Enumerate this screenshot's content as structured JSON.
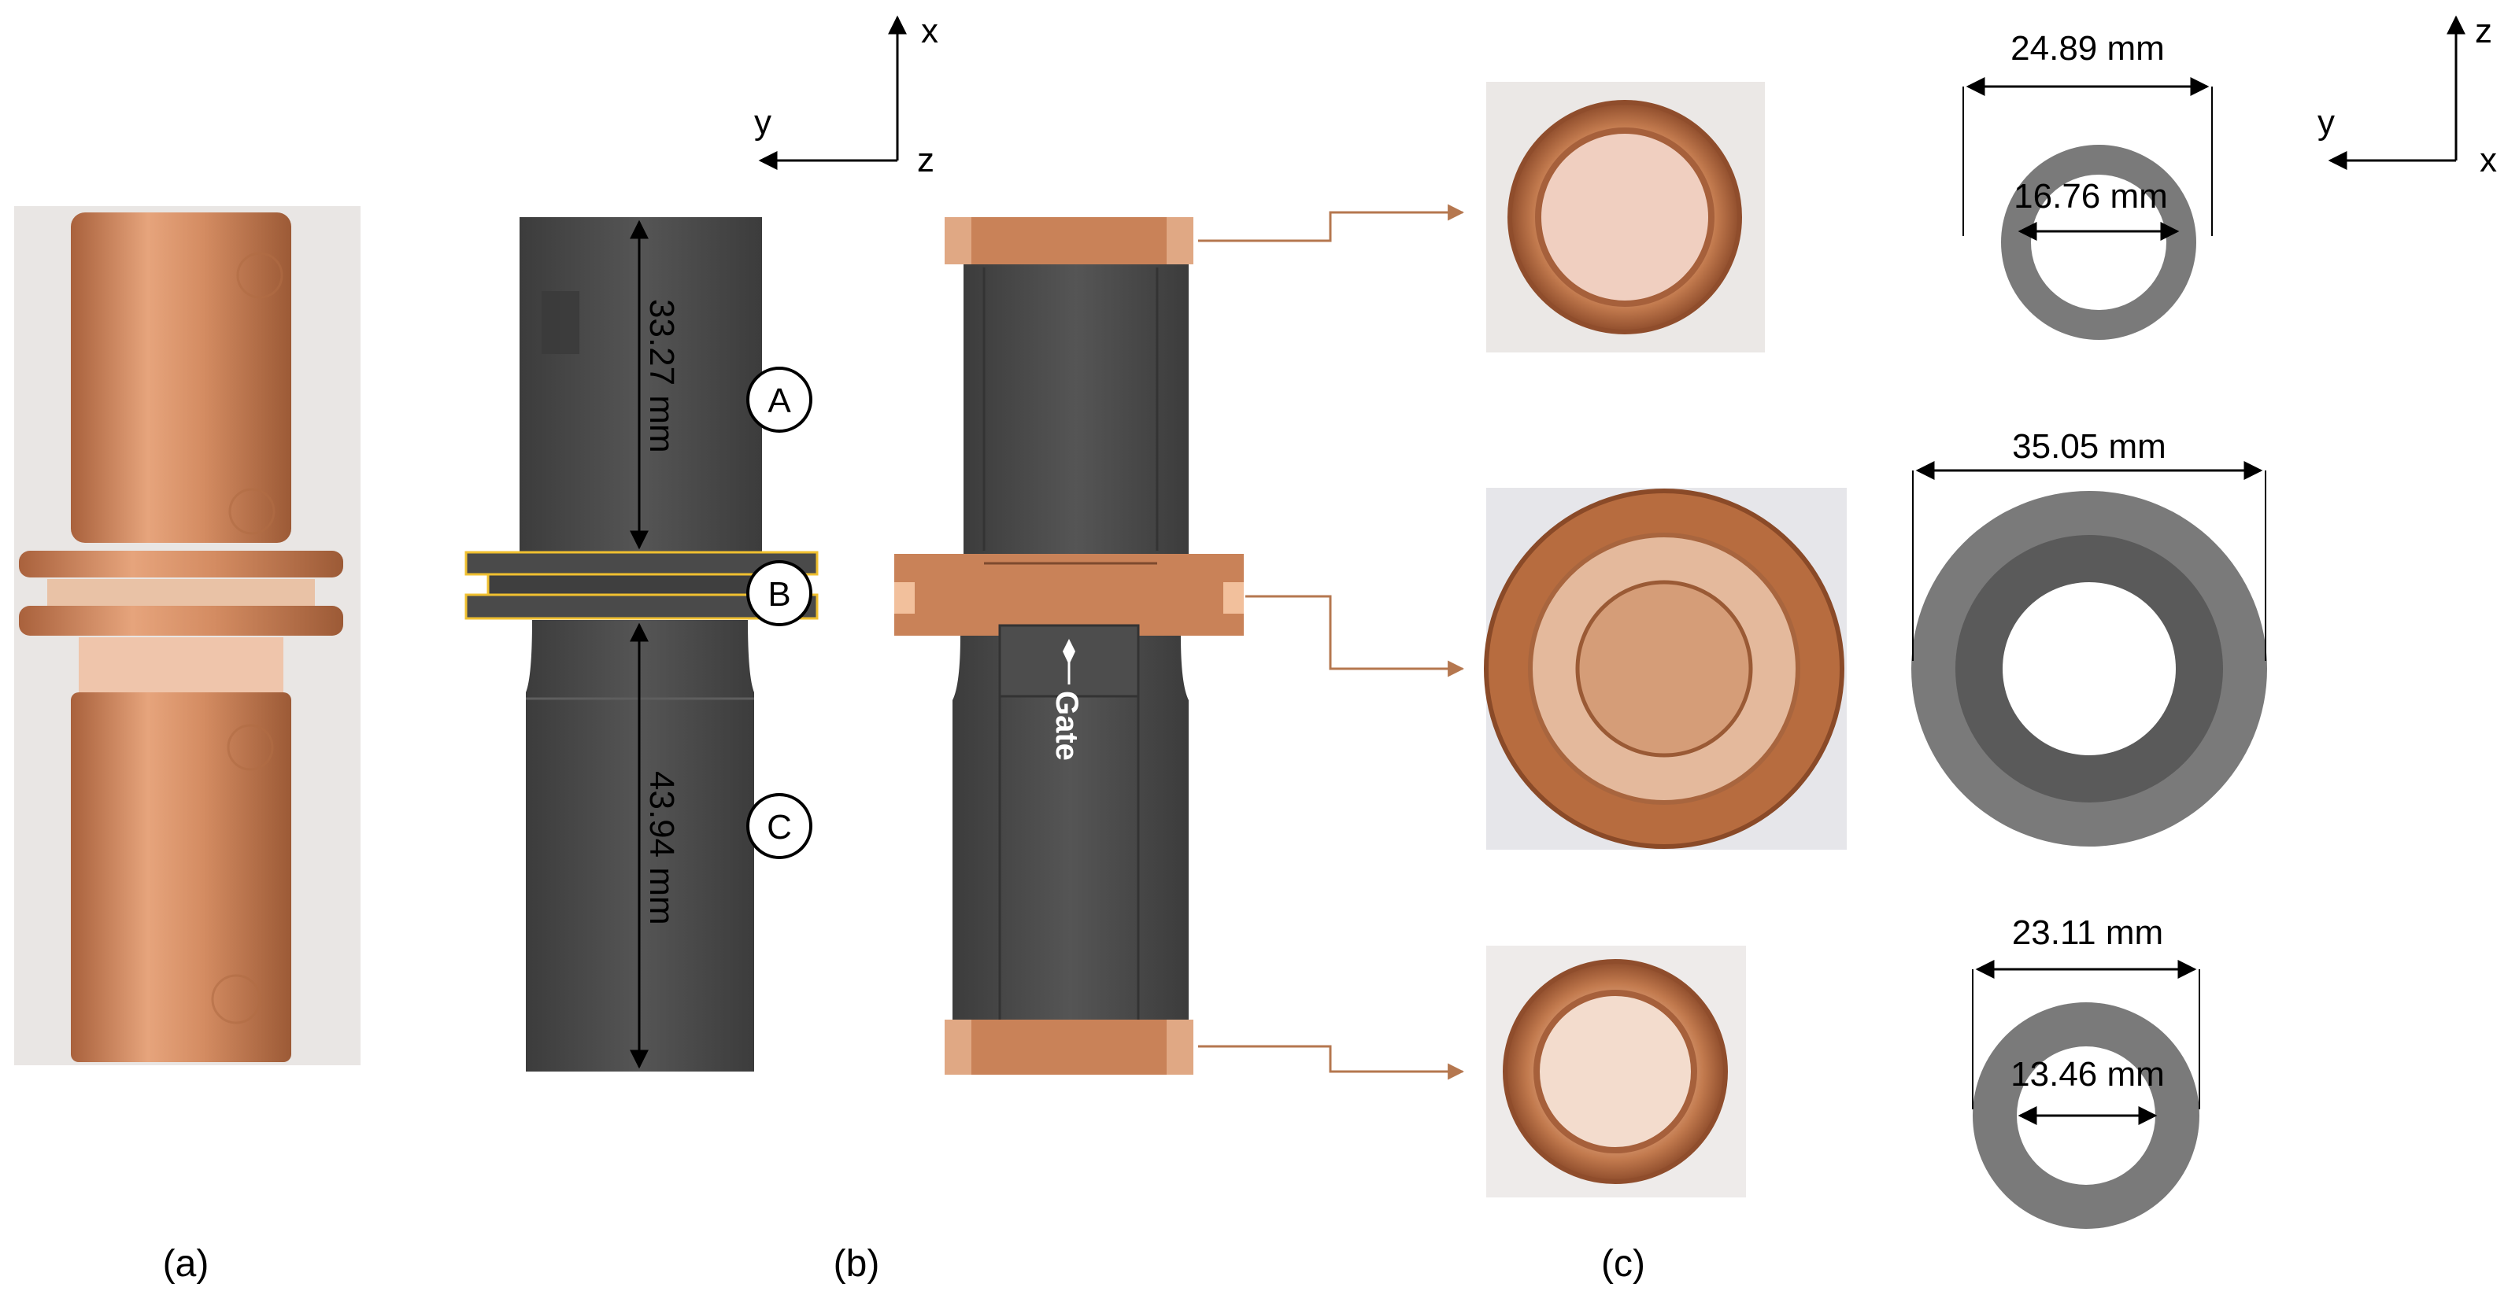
{
  "axes_left": {
    "x": "x",
    "y": "y",
    "z": "z"
  },
  "axes_right": {
    "z": "z",
    "y": "y",
    "x": "x"
  },
  "part_b": {
    "dim_top": "33.27 mm",
    "dim_bottom": "43.94 mm",
    "label_a": "A",
    "label_b": "B",
    "label_c": "C"
  },
  "section": {
    "gate_label": "Gate"
  },
  "rings": [
    {
      "outer": "24.89 mm",
      "inner": "16.76 mm"
    },
    {
      "outer": "35.05 mm"
    },
    {
      "outer": "23.11 mm",
      "inner": "13.46 mm"
    }
  ],
  "captions": {
    "a": "(a)",
    "b": "(b)",
    "c": "(c)"
  },
  "colors": {
    "copper": "#c98258",
    "copper_light": "#e0a884",
    "part_gray": "#4a4a4a",
    "ring_gray": "#7a7a7a"
  }
}
